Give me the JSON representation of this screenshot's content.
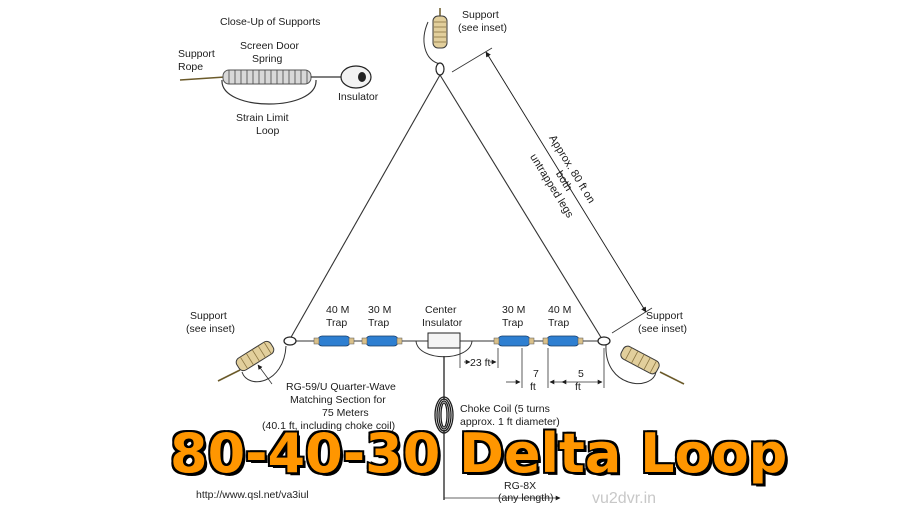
{
  "inset": {
    "title": "Close-Up of Supports",
    "rope_line1": "Support",
    "rope_line2": "Rope",
    "spring_line1": "Screen Door",
    "spring_line2": "Spring",
    "insulator": "Insulator",
    "loop_line1": "Strain Limit",
    "loop_line2": "Loop"
  },
  "top_support": {
    "line1": "Support",
    "line2": "(see inset)"
  },
  "left_support": {
    "line1": "Support",
    "line2": "(see inset)"
  },
  "right_support": {
    "line1": "Support",
    "line2": "(see inset)"
  },
  "leg_note": {
    "line1": "Approx. 80 ft on",
    "line2": "both",
    "line3": "untrapped legs"
  },
  "traps": {
    "left_40": {
      "line1": "40 M",
      "line2": "Trap"
    },
    "left_30": {
      "line1": "30 M",
      "line2": "Trap"
    },
    "center": {
      "line1": "Center",
      "line2": "Insulator"
    },
    "right_30": {
      "line1": "30 M",
      "line2": "Trap"
    },
    "right_40": {
      "line1": "40 M",
      "line2": "Trap"
    }
  },
  "dimensions": {
    "center_to_trap": "23 ft",
    "trap_spacing_a": "7",
    "trap_spacing_a_unit": "ft",
    "trap_spacing_b": "5",
    "trap_spacing_b_unit": "ft"
  },
  "matching": {
    "line1": "RG-59/U Quarter-Wave",
    "line2": "Matching Section for",
    "line3": "75 Meters",
    "line4": "(40.1 ft, including choke coil)"
  },
  "choke": {
    "line1": "Choke Coil (5 turns",
    "line2": "approx. 1 ft diameter)"
  },
  "feedline": {
    "line1": "RG-8X",
    "line2": "(any length)"
  },
  "title": "80-40-30 Delta Loop",
  "url": "http://www.qsl.net/va3iul",
  "watermark": "vu2dvr.in",
  "colors": {
    "title_fill": "#ff9600",
    "trap_blue": "#2e7fd1",
    "insulator_tan": "#d9c08a"
  }
}
